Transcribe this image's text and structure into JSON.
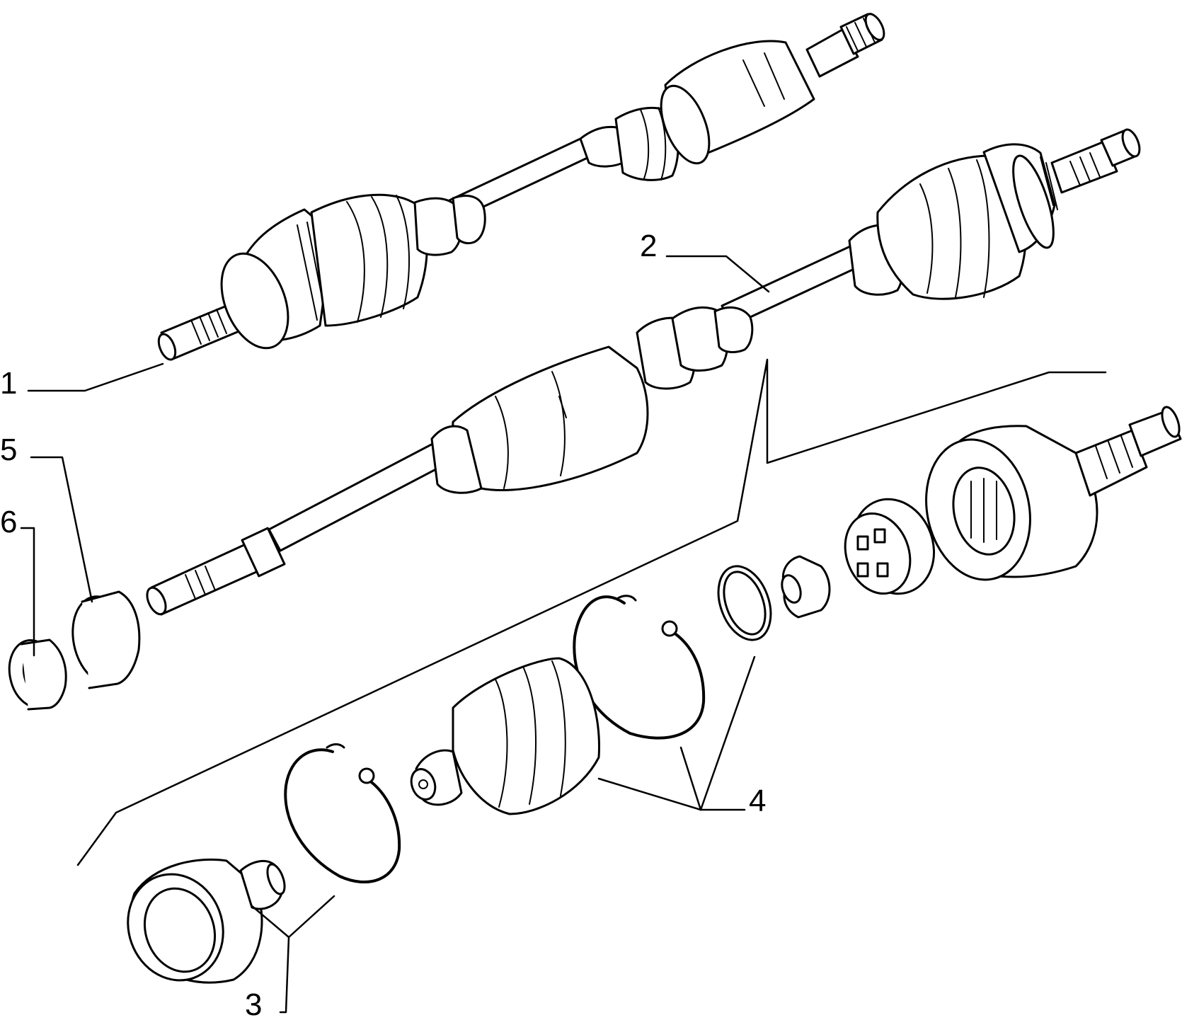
{
  "diagram": {
    "callouts": [
      {
        "id": "1",
        "text": "1"
      },
      {
        "id": "2",
        "text": "2"
      },
      {
        "id": "3",
        "text": "3"
      },
      {
        "id": "4",
        "text": "4"
      },
      {
        "id": "5",
        "text": "5"
      },
      {
        "id": "6",
        "text": "6"
      }
    ]
  },
  "colors": {
    "ink": "#000000",
    "paper": "#ffffff"
  }
}
